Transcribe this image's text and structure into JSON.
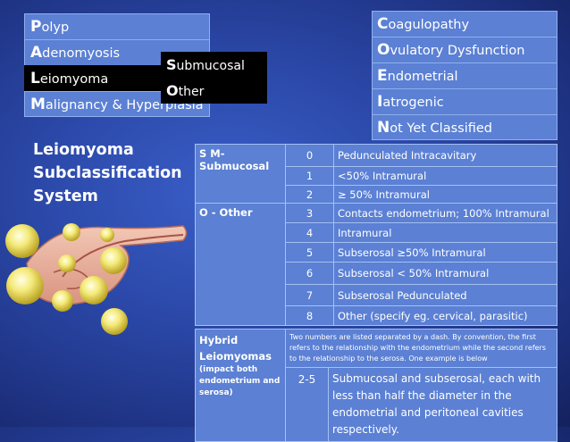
{
  "palm": [
    {
      "first": "P",
      "rest": "olyp"
    },
    {
      "first": "A",
      "rest": "denomyosis"
    },
    {
      "first": "L",
      "rest": "eiomyoma"
    },
    {
      "first": "M",
      "rest": "alignancy & Hyperplasia"
    }
  ],
  "popup": [
    {
      "first": "S",
      "rest": "ubmucosal"
    },
    {
      "first": "O",
      "rest": "ther"
    }
  ],
  "coein": [
    {
      "first": "C",
      "rest": "oagulopathy"
    },
    {
      "first": "O",
      "rest": "vulatory Dysfunction"
    },
    {
      "first": "E",
      "rest": "ndometrial"
    },
    {
      "first": "I",
      "rest": "atrogenic"
    },
    {
      "first": "N",
      "rest": "ot Yet Classified"
    }
  ],
  "title": [
    "Leiomyoma",
    "Subclassification",
    "System"
  ],
  "groups": [
    {
      "label": "S M- Submucosal",
      "rows": [
        {
          "num": "0",
          "desc": "Pedunculated Intracavitary"
        },
        {
          "num": "1",
          "desc": "<50% Intramural"
        },
        {
          "num": "2",
          "desc": "≥ 50% Intramural"
        }
      ]
    },
    {
      "label": "O - Other",
      "rows": [
        {
          "num": "3",
          "desc": "Contacts endometrium; 100% Intramural"
        },
        {
          "num": "4",
          "desc": "Intramural"
        },
        {
          "num": "5",
          "desc": "Subserosal ≥50% Intramural"
        },
        {
          "num": "6",
          "desc": "Subserosal < 50% Intramural"
        },
        {
          "num": "7",
          "desc": "Subserosal Pedunculated"
        },
        {
          "num": "8",
          "desc": "Other (specify eg. cervical, parasitic)"
        }
      ]
    }
  ],
  "hybrid": {
    "label": "Hybrid Leiomyomas",
    "sublabel": "(impact both endometrium and serosa)",
    "note": "Two numbers are listed separated by a dash. By convention, the first refers to the relationship with the endometrium while the second refers to the relationship to the serosa. One example is below",
    "num": "2-5",
    "desc": "Submucosal and subserosal, each with less than half the diameter in the endometrial and peritoneal cavities respectively."
  }
}
